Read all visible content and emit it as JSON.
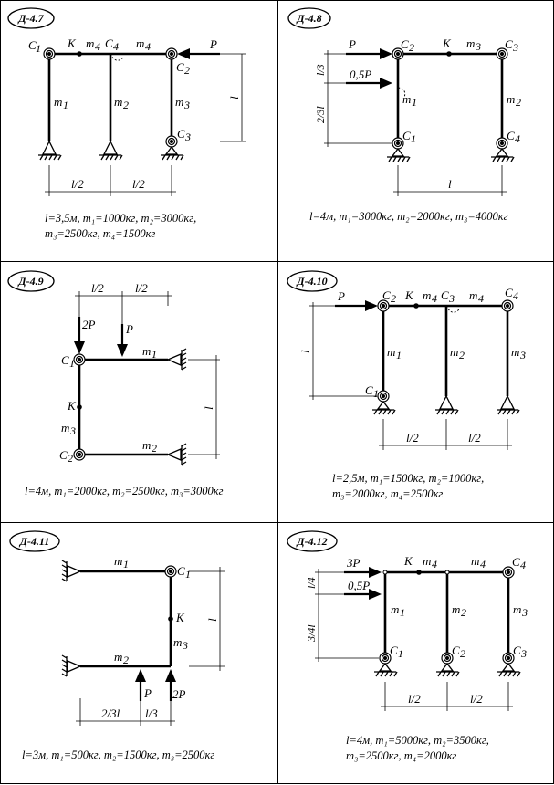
{
  "panels": [
    {
      "id": "Д-4.7",
      "labels": {
        "c1": "C",
        "c1s": "1",
        "k": "K",
        "m4a": "m",
        "m4as": "4",
        "c4": "C",
        "c4s": "4",
        "m4b": "m",
        "m4bs": "4",
        "p": "P",
        "c2": "C",
        "c2s": "2",
        "m1": "m",
        "m1s": "1",
        "m2": "m",
        "m2s": "2",
        "m3": "m",
        "m3s": "3",
        "c3": "C",
        "c3s": "3",
        "l": "l",
        "lhalf1": "l/2",
        "lhalf2": "l/2"
      },
      "conditions": [
        "l=3,5м, m₁=1000кг, m₂=3000кг,",
        "m₃=2500кг, m₄=1500кг"
      ]
    },
    {
      "id": "Д-4.8",
      "labels": {
        "p": "P",
        "c2": "C",
        "c2s": "2",
        "k": "K",
        "m3": "m",
        "m3s": "3",
        "c3": "C",
        "c3s": "3",
        "p05": "0,5P",
        "m1": "m",
        "m1s": "1",
        "m2": "m",
        "m2s": "2",
        "c1": "C",
        "c1s": "1",
        "c4": "C",
        "c4s": "4",
        "l3": "l/3",
        "l23": "2/3l",
        "l": "l"
      },
      "conditions": [
        "l=4м, m₁=3000кг, m₂=2000кг, m₃=4000кг"
      ]
    },
    {
      "id": "Д-4.9",
      "labels": {
        "lhalf1": "l/2",
        "lhalf2": "l/2",
        "p2": "2P",
        "p": "P",
        "c1": "C",
        "c1s": "1",
        "m1": "m",
        "m1s": "1",
        "k": "K",
        "m3": "m",
        "m3s": "3",
        "c2": "C",
        "c2s": "2",
        "m2": "m",
        "m2s": "2",
        "l": "l"
      },
      "conditions": [
        "l=4м, m₁=2000кг, m₂=2500кг, m₃=3000кг"
      ]
    },
    {
      "id": "Д-4.10",
      "labels": {
        "p": "P",
        "c2": "C",
        "c2s": "2",
        "k": "K",
        "m4a": "m",
        "m4as": "4",
        "c3": "C",
        "c3s": "3",
        "m4b": "m",
        "m4bs": "4",
        "c4": "C",
        "c4s": "4",
        "l": "l",
        "m1": "m",
        "m1s": "1",
        "m2": "m",
        "m2s": "2",
        "m3": "m",
        "m3s": "3",
        "c1": "C",
        "c1s": "1",
        "lhalf1": "l/2",
        "lhalf2": "l/2"
      },
      "conditions": [
        "l=2,5м, m₁=1500кг, m₂=1000кг,",
        "m₃=2000кг, m₄=2500кг"
      ]
    },
    {
      "id": "Д-4.11",
      "labels": {
        "m1": "m",
        "m1s": "1",
        "c1": "C",
        "c1s": "1",
        "k": "K",
        "m3": "m",
        "m3s": "3",
        "l": "l",
        "m2": "m",
        "m2s": "2",
        "p": "P",
        "p2": "2P",
        "l23": "2/3l",
        "l3": "l/3"
      },
      "conditions": [
        "l=3м, m₁=500кг, m₂=1500кг, m₃=2500кг"
      ]
    },
    {
      "id": "Д-4.12",
      "labels": {
        "p3": "3P",
        "k": "K",
        "m4a": "m",
        "m4as": "4",
        "m4b": "m",
        "m4bs": "4",
        "c4": "C",
        "c4s": "4",
        "l4": "l/4",
        "p05": "0,5P",
        "m1": "m",
        "m1s": "1",
        "m2": "m",
        "m2s": "2",
        "m3": "m",
        "m3s": "3",
        "l34": "3/4l",
        "c1": "C",
        "c1s": "1",
        "c2": "C",
        "c2s": "2",
        "c3": "C",
        "c3s": "3",
        "lhalf1": "l/2",
        "lhalf2": "l/2"
      },
      "conditions": [
        "l=4м, m₁=5000кг, m₂=3500кг,",
        "m₃=2500кг, m₄=2000кг"
      ]
    }
  ]
}
